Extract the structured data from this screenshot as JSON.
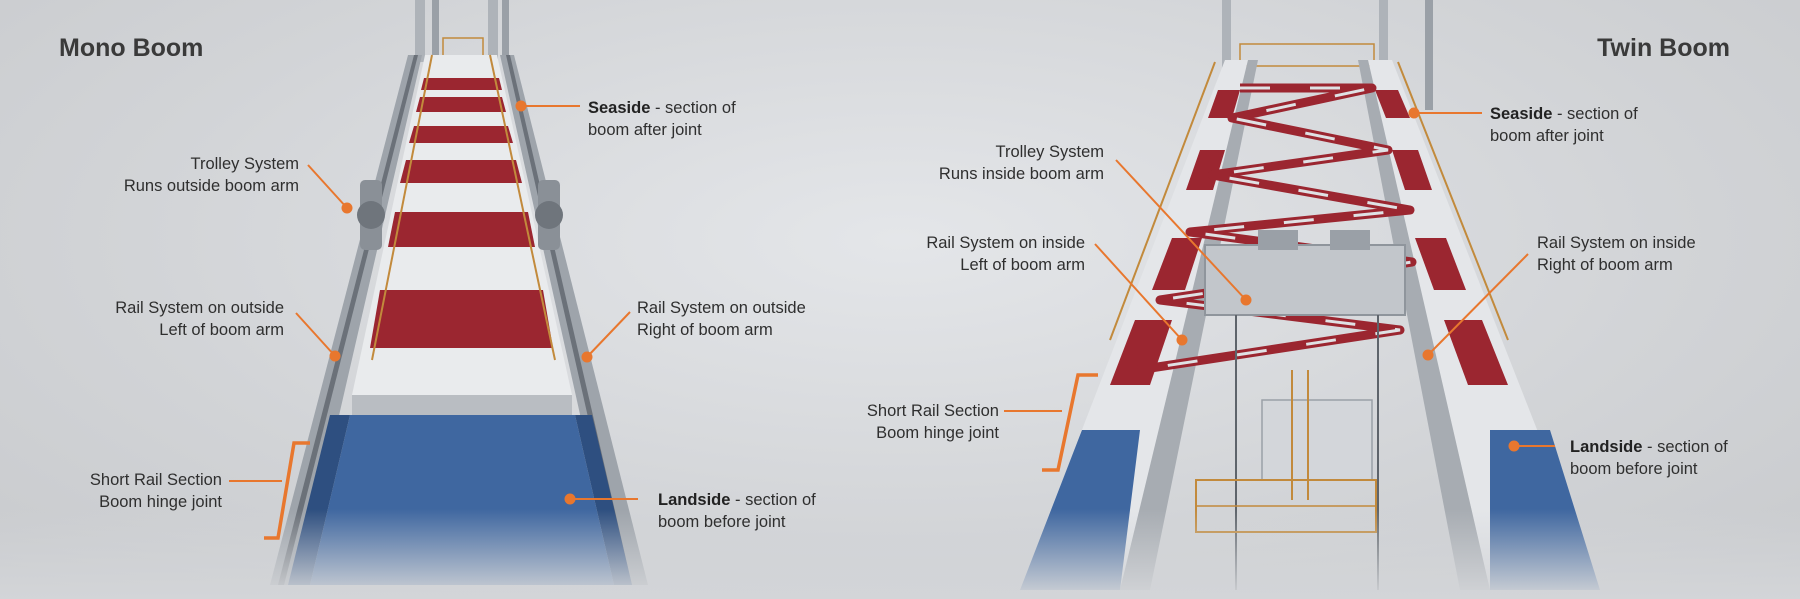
{
  "mono": {
    "title": "Mono Boom",
    "seaside": {
      "bold": "Seaside",
      "rest": " - section of",
      "line2": "boom after joint"
    },
    "trolley": {
      "line1": "Trolley System",
      "line2": "Runs outside boom arm"
    },
    "rail_left": {
      "line1": "Rail System on outside",
      "line2": "Left of boom arm"
    },
    "rail_right": {
      "line1": "Rail System on outside",
      "line2": "Right of boom arm"
    },
    "short_rail": {
      "line1": "Short Rail Section",
      "line2": "Boom hinge joint"
    },
    "landside": {
      "bold": "Landside",
      "rest": " - section of",
      "line2": "boom before joint"
    }
  },
  "twin": {
    "title": "Twin Boom",
    "seaside": {
      "bold": "Seaside",
      "rest": " - section of",
      "line2": "boom after joint"
    },
    "trolley": {
      "line1": "Trolley System",
      "line2": "Runs inside boom arm"
    },
    "rail_left": {
      "line1": "Rail System on inside",
      "line2": "Left of boom arm"
    },
    "rail_right": {
      "line1": "Rail System on inside",
      "line2": "Right of boom arm"
    },
    "short_rail": {
      "line1": "Short Rail Section",
      "line2": "Boom hinge joint"
    },
    "landside": {
      "bold": "Landside",
      "rest": " - section of",
      "line2": "boom before joint"
    }
  },
  "colors": {
    "accent": "#e8772e",
    "red": "#9b2630",
    "blue": "#3f67a0",
    "steel": "#8f959c",
    "text": "#2f2f2f"
  }
}
